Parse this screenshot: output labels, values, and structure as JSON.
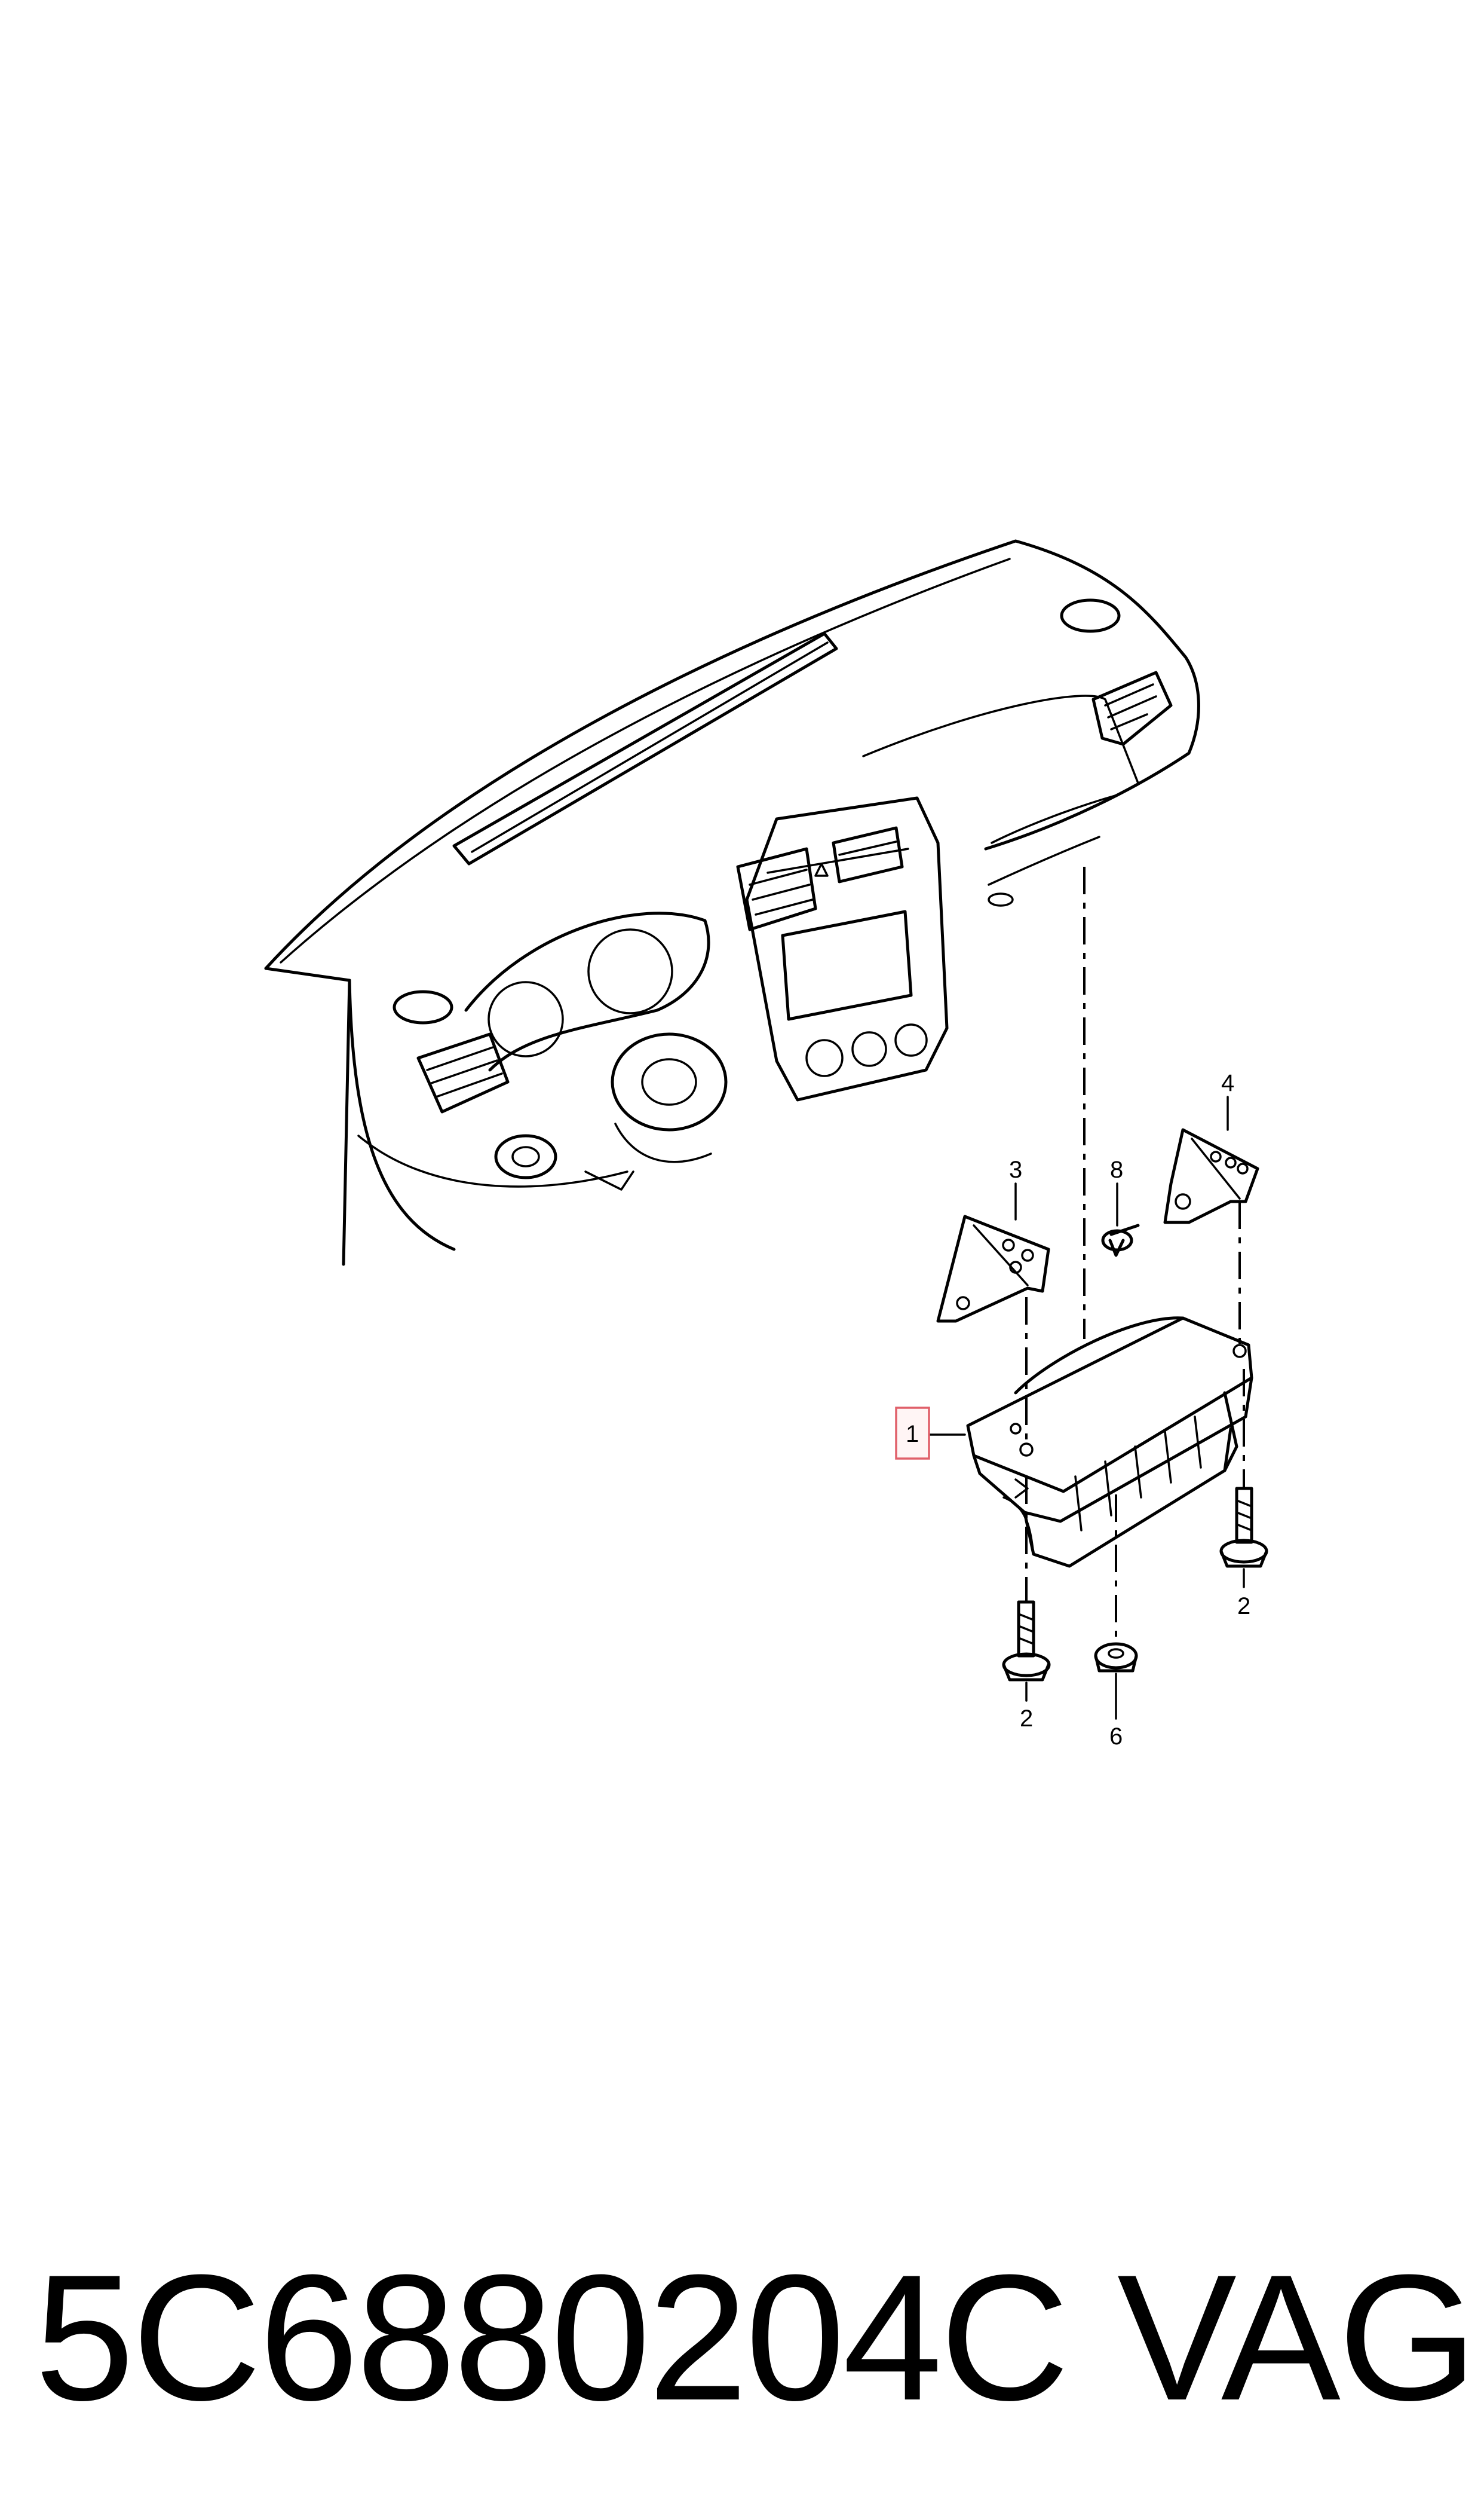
{
  "diagram": {
    "callouts": {
      "part_1": "1",
      "part_2_left": "2",
      "part_2_right": "2",
      "part_3": "3",
      "part_4": "4",
      "part_6": "6",
      "part_8": "8"
    }
  },
  "caption": {
    "part_number": "5C6880204C",
    "brand": "VAG"
  }
}
